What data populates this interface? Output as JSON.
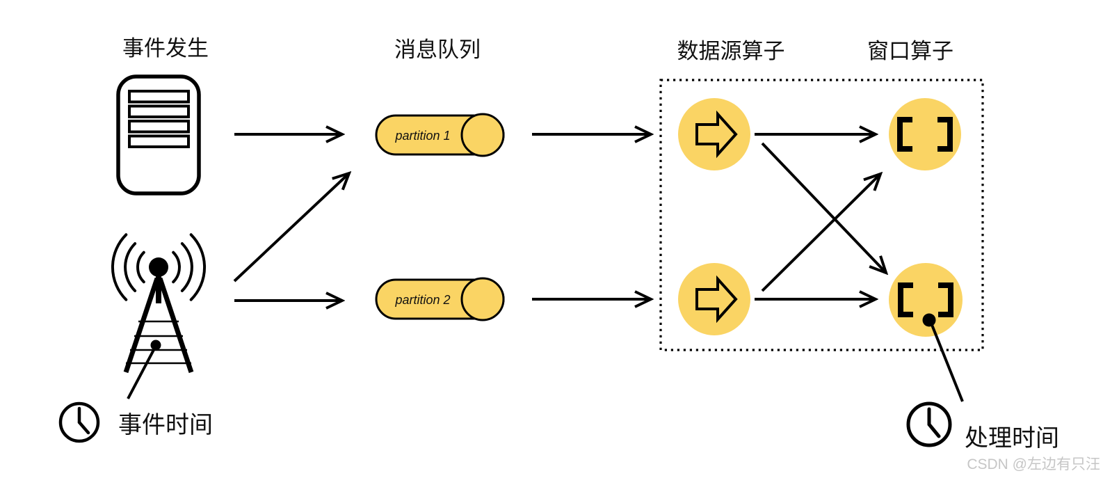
{
  "colors": {
    "node_fill": "#FAD464",
    "line": "#000000",
    "text": "#111111",
    "watermark_text": "#C6C6C6",
    "background": "#FFFFFF"
  },
  "column_titles": {
    "event_source": "事件发生",
    "message_queue": "消息队列",
    "source_operator": "数据源算子",
    "window_operator": "窗口算子"
  },
  "message_queue": {
    "partitions": [
      "partition 1",
      "partition 2"
    ]
  },
  "time_labels": {
    "event_time": "事件时间",
    "processing_time": "处理时间"
  },
  "watermark": "CSDN @左边有只汪",
  "icons": {
    "event_sources": [
      "server-icon",
      "radio-tower-icon"
    ],
    "source_operator": "arrow-right-icon",
    "window_operator": "brackets-icon",
    "time": "clock-icon"
  }
}
